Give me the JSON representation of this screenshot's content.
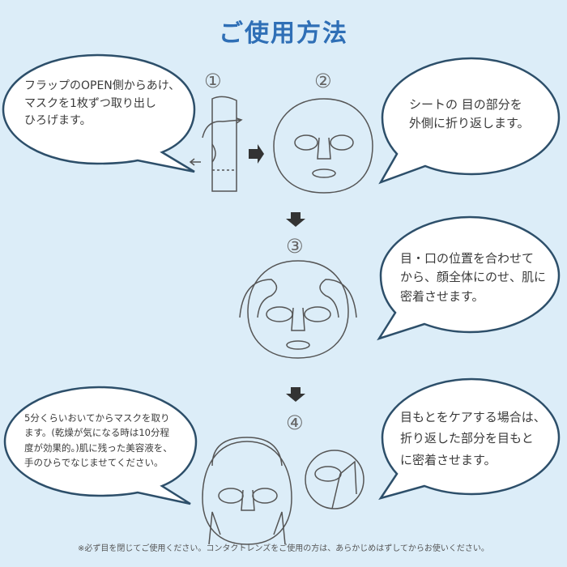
{
  "title": "ご使用方法",
  "steps": [
    {
      "number": "①",
      "text": [
        "フラップのOPEN側からあけ、",
        "マスクを1枚ずつ取り出し",
        "ひろげます。"
      ]
    },
    {
      "number": "②",
      "text": [
        "シートの 目の部分を",
        "外側に折り返します。"
      ]
    },
    {
      "number": "③",
      "text": [
        "目・口の位置を合わせて",
        "から、顔全体にのせ、肌に",
        "密着させます。"
      ]
    },
    {
      "number": "④",
      "text": [
        "5分くらいおいてからマスクを取り",
        "ます。(乾燥が気になる時は10分程",
        "度が効果的。)肌に残った美容液を、",
        "手のひらでなじませてください。"
      ]
    }
  ],
  "tip": [
    "目もとをケアする場合は、",
    "折り返した部分を目もと",
    "に密着させます。"
  ],
  "note": "※必ず目を閉じてご使用ください。コンタクトレンズをご使用の方は、あらかじめはずしてからお使いください。",
  "colors": {
    "background": "#dcedf8",
    "title": "#2f6fb6",
    "bubble_outline": "#2d4f6a"
  }
}
